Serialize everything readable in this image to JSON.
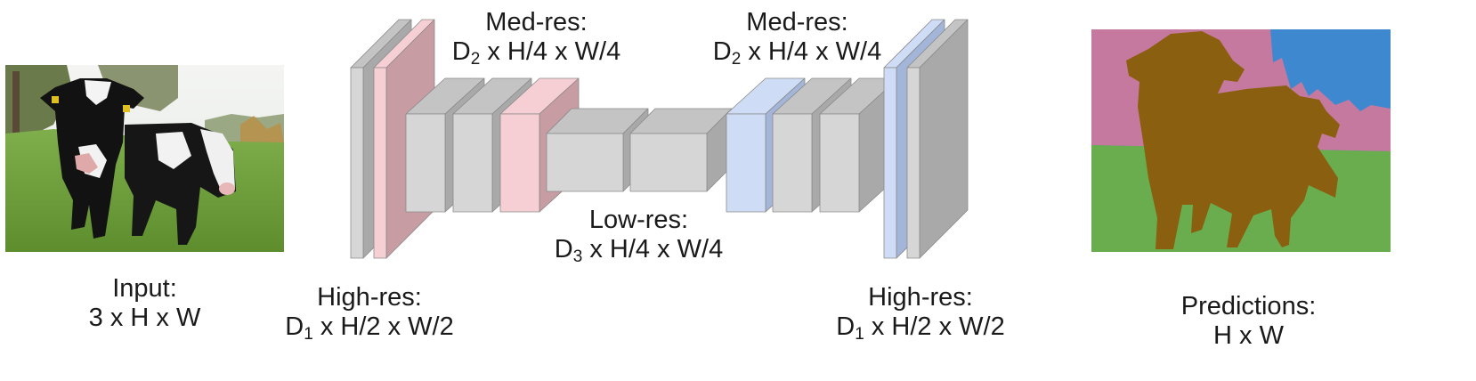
{
  "labels": {
    "input": {
      "title": "Input:",
      "dims": "3 x H x W"
    },
    "high_res_left": {
      "title": "High-res:",
      "d": "D",
      "sub": "1",
      "dims_rest": " x H/2 x W/2"
    },
    "med_res_left": {
      "title": "Med-res:",
      "d": "D",
      "sub": "2",
      "dims_rest": " x H/4 x W/4"
    },
    "low_res": {
      "title": "Low-res:",
      "d": "D",
      "sub": "3",
      "dims_rest": " x H/4 x W/4"
    },
    "med_res_right": {
      "title": "Med-res:",
      "d": "D",
      "sub": "2",
      "dims_rest": " x H/4 x W/4"
    },
    "high_res_right": {
      "title": "High-res:",
      "d": "D",
      "sub": "1",
      "dims_rest": " x H/2 x W/2"
    },
    "predictions": {
      "title": "Predictions:",
      "dims": "H x W"
    }
  },
  "colors": {
    "gray_face": "#d6d6d6",
    "gray_top": "#c4c4c4",
    "gray_side": "#a9a9a9",
    "pink_face": "#f6cfd4",
    "pink_side": "#c79ca2",
    "blue_face": "#cfdcf5",
    "blue_side": "#a3b5d9",
    "seg_sky": "#3d88cf",
    "seg_tree": "#c6799f",
    "seg_grass": "#6aad4f",
    "seg_cow": "#8a6010"
  }
}
